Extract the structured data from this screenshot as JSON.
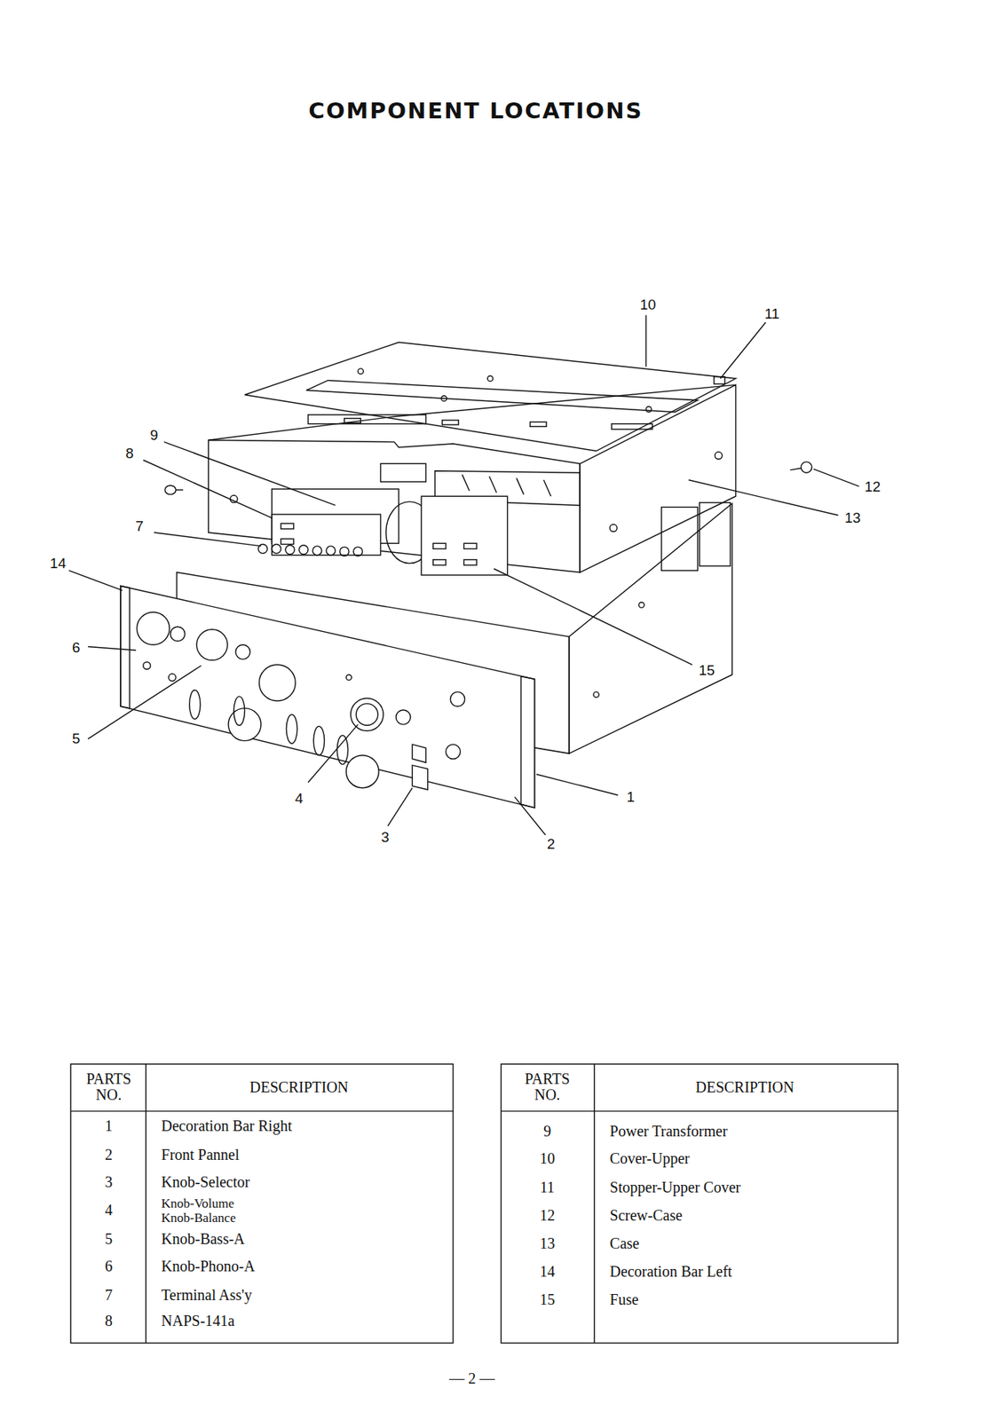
{
  "diagram": {
    "title": "COMPONENT LOCATIONS",
    "labels": [
      "10",
      "11",
      "9",
      "8",
      "12",
      "13",
      "7",
      "14",
      "6",
      "5",
      "15",
      "4",
      "1",
      "3",
      "2",
      "PARTS NO.",
      "DESCRIPTION",
      "1",
      "Decoration Bar Right",
      "2",
      "Front Pannel",
      "3",
      "Knob-Selector",
      "4",
      "Knob-Volume",
      "Knob-Balance",
      "5",
      "Knob-Bass-A",
      "6",
      "Knob-Phono-A",
      "7",
      "Terminal Ass'y",
      "8",
      "NAPS-141a",
      "PARTS NO.",
      "DESCRIPTION",
      "9",
      "Power Transformer",
      "10",
      "Cover-Upper",
      "11",
      "Stopper-Upper Cover",
      "12",
      "Screw-Case",
      "13",
      "Case",
      "14",
      "Decoration Bar Left",
      "15",
      "Fuse",
      "— 2 —"
    ]
  }
}
